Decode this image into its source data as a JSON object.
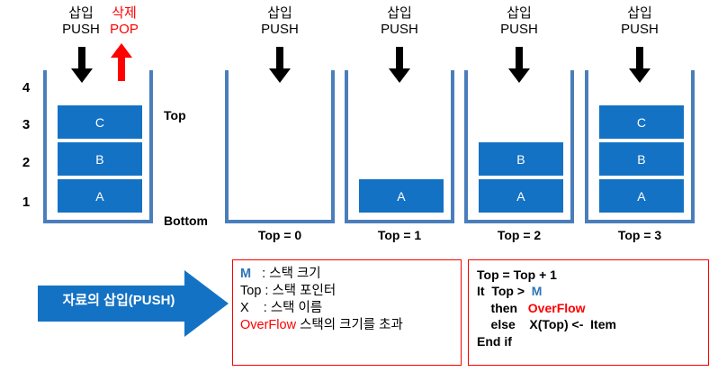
{
  "meta": {
    "title": "Stack PUSH operation diagram",
    "accent_blue": "#1472C4",
    "wall_blue": "#4A7EBB",
    "red": "#FF0000",
    "token_blue": "#2E75B6"
  },
  "operations": {
    "push": {
      "ko": "삽입",
      "en": "PUSH"
    },
    "pop": {
      "ko": "삭제",
      "en": "POP"
    }
  },
  "levels": [
    "4",
    "3",
    "2",
    "1"
  ],
  "side_labels": {
    "top": "Top",
    "bottom": "Bottom"
  },
  "stacks": [
    {
      "id": "stack-full",
      "caption": "",
      "blocks": [
        "C",
        "B",
        "A"
      ],
      "arrows": [
        "push-down",
        "pop-up"
      ]
    },
    {
      "id": "stack-top0",
      "caption": "Top = 0",
      "blocks": [],
      "arrows": [
        "push-down"
      ]
    },
    {
      "id": "stack-top1",
      "caption": "Top = 1",
      "blocks": [
        "A"
      ],
      "arrows": [
        "push-down"
      ]
    },
    {
      "id": "stack-top2",
      "caption": "Top = 2",
      "blocks": [
        "B",
        "A"
      ],
      "arrows": [
        "push-down"
      ]
    },
    {
      "id": "stack-top3",
      "caption": "Top = 3",
      "blocks": [
        "C",
        "B",
        "A"
      ],
      "arrows": [
        "push-down"
      ]
    }
  ],
  "banner": {
    "label": "자료의 삽입(PUSH)"
  },
  "legend_box": {
    "lines": [
      {
        "parts": [
          {
            "t": "M",
            "c": "token-blue"
          },
          {
            "t": "   : 스택 크기",
            "c": "plain"
          }
        ]
      },
      {
        "parts": [
          {
            "t": "Top : 스택 포인터",
            "c": "plain"
          }
        ]
      },
      {
        "parts": [
          {
            "t": "X    : 스택 이름",
            "c": "plain"
          }
        ]
      },
      {
        "parts": [
          {
            "t": "OverFlow",
            "c": "red"
          },
          {
            "t": " 스택의 크기를 초과",
            "c": "plain"
          }
        ]
      }
    ]
  },
  "code_box": {
    "lines": [
      {
        "parts": [
          {
            "t": "Top = Top + 1",
            "c": "plain"
          }
        ]
      },
      {
        "parts": [
          {
            "t": "It  Top >  ",
            "c": "plain"
          },
          {
            "t": "M",
            "c": "token-blue"
          }
        ]
      },
      {
        "parts": [
          {
            "t": "    then   ",
            "c": "plain"
          },
          {
            "t": "OverFlow",
            "c": "red"
          }
        ]
      },
      {
        "parts": [
          {
            "t": "    else    X(Top) <-  Item",
            "c": "plain"
          }
        ]
      },
      {
        "parts": [
          {
            "t": "End if",
            "c": "plain"
          }
        ]
      }
    ]
  }
}
